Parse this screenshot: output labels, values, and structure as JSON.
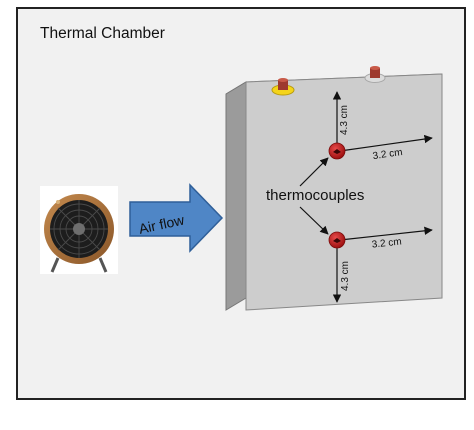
{
  "title": "Thermal Chamber",
  "airflow_label": "Air flow",
  "thermocouples_label": "thermocouples",
  "dimensions": {
    "top_vertical": "4.3 cm",
    "top_horizontal": "3.2 cm",
    "bottom_horizontal": "3.2 cm",
    "bottom_vertical": "4.3 cm"
  },
  "colors": {
    "box_front": "#cdcdcd",
    "box_side": "#9b9b9b",
    "box_top": "#e6e6e6",
    "arrow_fill": "#4f86c6",
    "thermocouple": "#c91c1c",
    "terminal_positive": "#f4d41a",
    "terminal_post": "#9e3a2e"
  }
}
